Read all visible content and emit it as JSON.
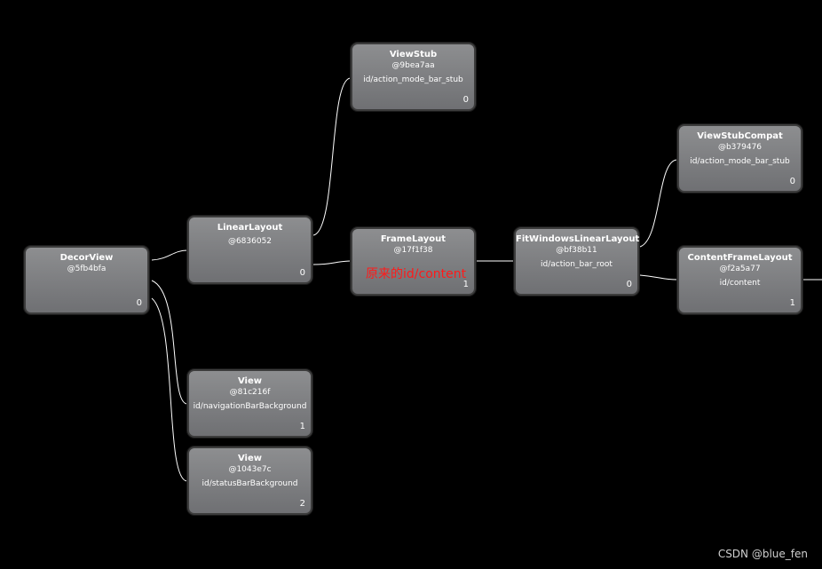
{
  "nodes": {
    "decor_view": {
      "title": "DecorView",
      "hash": "@5fb4bfa",
      "id": "",
      "index": "0"
    },
    "linear_layout": {
      "title": "LinearLayout",
      "hash": "@6836052",
      "id": "",
      "index": "0"
    },
    "view_stub": {
      "title": "ViewStub",
      "hash": "@9bea7aa",
      "id": "id/action_mode_bar_stub",
      "index": "0"
    },
    "frame_layout": {
      "title": "FrameLayout",
      "hash": "@17f1f38",
      "id": "",
      "index": "1"
    },
    "fit_windows": {
      "title": "FitWindowsLinearLayout",
      "hash": "@bf38b11",
      "id": "id/action_bar_root",
      "index": "0"
    },
    "view_stub_compat": {
      "title": "ViewStubCompat",
      "hash": "@b379476",
      "id": "id/action_mode_bar_stub",
      "index": "0"
    },
    "content_frame": {
      "title": "ContentFrameLayout",
      "hash": "@f2a5a77",
      "id": "id/content",
      "index": "1"
    },
    "view_nav": {
      "title": "View",
      "hash": "@81c216f",
      "id": "id/navigationBarBackground",
      "index": "1"
    },
    "view_status": {
      "title": "View",
      "hash": "@1043e7c",
      "id": "id/statusBarBackground",
      "index": "2"
    }
  },
  "annotation": "原来的id/content",
  "watermark": "CSDN @blue_fen",
  "colors": {
    "background": "#000000",
    "node_fill_top": "#8d8e90",
    "node_fill_bottom": "#6f7073",
    "edge": "#ffffff",
    "annotation": "#ff1a1a"
  }
}
